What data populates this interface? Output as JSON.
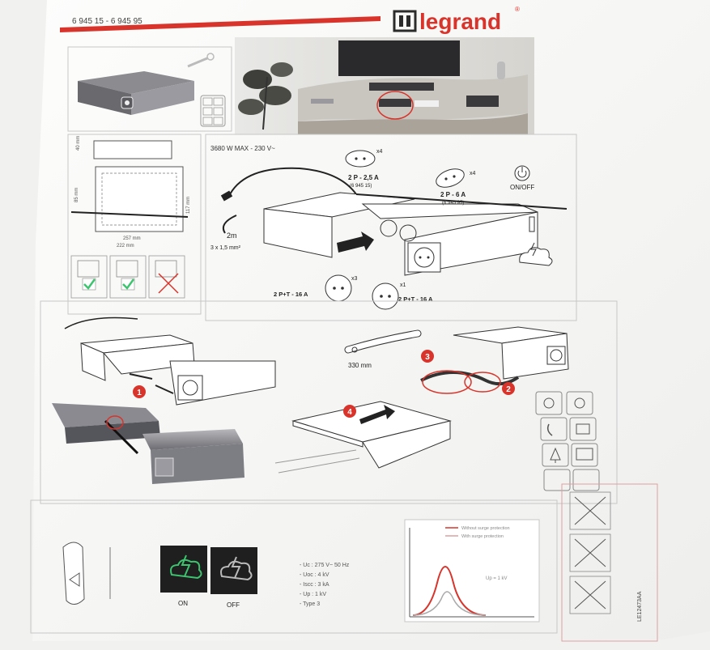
{
  "header": {
    "ref": "6 945 15 - 6 945 95",
    "brand": "legrand",
    "registered": "®"
  },
  "specs": {
    "power": "3680 W MAX - 230 V~",
    "cable_length": "2m",
    "cable_section": "3 x 1,5 mm²",
    "on_off": "ON/OFF",
    "strap_length": "330 mm"
  },
  "sockets": [
    {
      "label": "2 P - 2,5 A",
      "ref": "(6 945 15)",
      "qty": "x4"
    },
    {
      "label": "2 P - 6 A",
      "ref": "(6 945 95)",
      "qty": "x4"
    },
    {
      "label": "2 P+T - 16 A",
      "ref": "",
      "qty": "x3"
    },
    {
      "label": "2 P+T - 16 A",
      "ref": "",
      "qty": "x1"
    }
  ],
  "dimensions": {
    "d1": "40 mm",
    "d2": "85 mm",
    "d3": "117 mm",
    "d4": "257 mm",
    "d5": "222 mm"
  },
  "steps": [
    "1",
    "2",
    "3",
    "4"
  ],
  "surge": {
    "on_label": "ON",
    "off_label": "OFF",
    "specs": [
      "- Uc : 275 V~ 50 Hz",
      "- Uoc : 4 kV",
      "- Iscc : 3 kA",
      "- Up : 1 kV",
      "- Type 3"
    ],
    "chart_legend": [
      "Without surge protection",
      "With surge protection"
    ],
    "chart_note": "Up = 1 kV"
  },
  "doc_code": "LE12473AA",
  "colors": {
    "brand_red": "#d9342b",
    "green": "#3cc46e",
    "ink": "#2b2b2b",
    "panel_dark": "#1f1f1f"
  }
}
